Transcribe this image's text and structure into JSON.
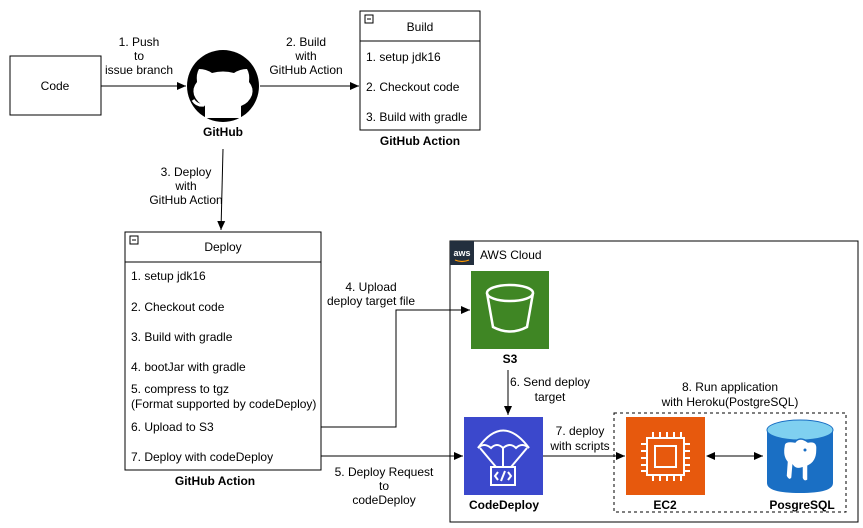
{
  "nodes": {
    "code": "Code",
    "github": "GitHub",
    "s3": "S3",
    "codedeploy": "CodeDeploy",
    "ec2": "EC2",
    "postgresql": "PosgreSQL"
  },
  "aws_cloud_label": "AWS Cloud",
  "aws_logo_text": "aws",
  "build_box": {
    "title": "Build",
    "steps": [
      "1. setup jdk16",
      "2. Checkout code",
      "3. Build with gradle"
    ],
    "caption": "GitHub Action"
  },
  "deploy_box": {
    "title": "Deploy",
    "steps": [
      "1. setup jdk16",
      "2. Checkout code",
      "3. Build with gradle",
      "4. bootJar with gradle",
      "5. compress to tgz",
      "(Format supported by codeDeploy)",
      "6. Upload to S3",
      "7. Deploy with codeDeploy"
    ],
    "caption": "GitHub Action"
  },
  "edges": {
    "push": [
      "1. Push",
      "to",
      "issue branch"
    ],
    "build": [
      "2. Build",
      "with",
      "GitHub Action"
    ],
    "deploy": [
      "3. Deploy",
      "with",
      "GitHub Action"
    ],
    "upload": [
      "4. Upload",
      "deploy target file"
    ],
    "deploy_request": [
      "5. Deploy Request",
      "to",
      "codeDeploy"
    ],
    "send_target": [
      "6. Send deploy",
      "target"
    ],
    "deploy_scripts": [
      "7. deploy",
      "with scripts"
    ],
    "run_app": [
      "8. Run application",
      "with Heroku(PostgreSQL)"
    ]
  },
  "colors": {
    "s3": "#3f8624",
    "codedeploy": "#3b48cc",
    "ec2": "#e7590d",
    "postgresql": "#1a6fc4"
  }
}
